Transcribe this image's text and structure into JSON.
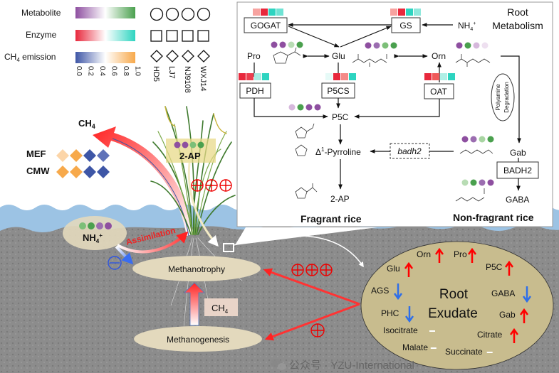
{
  "legend": {
    "metabolite": "Metabolite",
    "enzyme": "Enzyme",
    "ch4_emission": "CH",
    "ch4_emission_sub": "4",
    "ch4_emission_rest": " emission",
    "ticks": [
      "0.0",
      "0.2",
      "0.4",
      "0.6",
      "0.8",
      "1.0"
    ],
    "varieties": [
      "HD5",
      "LJ7",
      "NJ9108",
      "WXJ14"
    ],
    "gradients": {
      "metabolite": [
        "#8e4fa0",
        "#ffffff",
        "#4aa04e"
      ],
      "enzyme": [
        "#e8283c",
        "#ffffff",
        "#2dd4c0"
      ],
      "ch4": [
        "#3e56a6",
        "#ffffff",
        "#f7a94b"
      ]
    }
  },
  "metabolism": {
    "title_line1": "Root",
    "title_line2": "Metabolism",
    "enzymes": {
      "gogat": "GOGAT",
      "gs": "GS",
      "pdh": "PDH",
      "p5cs": "P5CS",
      "oat": "OAT",
      "badh2": "BADH2",
      "badh2_gene": "badh2"
    },
    "metabolites": {
      "nh4": "NH",
      "nh4_sub": "4",
      "nh4_sup": "+",
      "pro": "Pro",
      "glu": "Glu",
      "orn": "Orn",
      "p5c": "P5C",
      "pyrroline_delta": "Δ",
      "pyrroline_sup": "1",
      "pyrroline": "-Pyrroline",
      "gab": "Gab",
      "gaba": "GABA",
      "ap2": "2-AP"
    },
    "polyamine_1": "Polyamine",
    "polyamine_2": "Degradation",
    "fragrant": "Fragrant rice",
    "non_fragrant": "Non-fragrant rice",
    "squares": {
      "gogat": [
        "#f7a3a0",
        "#e8283c",
        "#2dd4c0",
        "#6fe3d4"
      ],
      "gs": [
        "#f7a3a0",
        "#e8283c",
        "#2dd4c0",
        "#8fe8dc"
      ],
      "pdh": [
        "#e8283c",
        "#ec3e4e",
        "#a8ece2",
        "#2dd4c0"
      ],
      "p5cs": [
        "#e6faf7",
        "#e8283c",
        "#f58a88",
        "#2dd4c0"
      ],
      "oat": [
        "#e8283c",
        "#ef5a5a",
        "#b0efe6",
        "#2dd4c0"
      ]
    },
    "dots": {
      "pro": [
        "#8e4fa0",
        "#8e4fa0",
        "#b8dcb4",
        "#4aa04e"
      ],
      "glu": [
        "#8e4fa0",
        "#9b6db0",
        "#7cbf78",
        "#4aa04e"
      ],
      "orn": [
        "#8e4fa0",
        "#4aa04e",
        "#d6b8dc",
        "#eee0f0"
      ],
      "p5c": [
        "#d6b8dc",
        "#4aa04e",
        "#8e4fa0",
        "#8e4fa0"
      ],
      "gab": [
        "#8e4fa0",
        "#9b6db0",
        "#a8d5a2",
        "#4aa04e"
      ],
      "gaba": [
        "#b8dcb4",
        "#4aa04e",
        "#9b6db0",
        "#8e4fa0"
      ]
    }
  },
  "field": {
    "ch4_top": "CH",
    "ch4_sub": "4",
    "mef": "MEF",
    "cmw": "CMW",
    "mef_diamonds": [
      "#fcd5a8",
      "#f7a94b",
      "#3e56a6",
      "#5f72b8"
    ],
    "cmw_diamonds": [
      "#f7a94b",
      "#f7a94b",
      "#3e56a6",
      "#3e56a6"
    ],
    "plant_2ap": "2-AP",
    "plant_dots": [
      "#8e4fa0",
      "#8e4fa0",
      "#7cbf78",
      "#4aa04e"
    ],
    "nh4": "NH",
    "nh4_sub": "4",
    "nh4_sup": "+",
    "nh4_dots": [
      "#7cbf78",
      "#4aa04e",
      "#9b6db0",
      "#8e4fa0"
    ],
    "assimilation": "Assimilation",
    "methanotrophy": "Methanotrophy",
    "methanogenesis": "Methanogenesis",
    "ch4_box": "CH",
    "ch4_box_sub": "4"
  },
  "exudate": {
    "title_1": "Root",
    "title_2": "Exudate",
    "items": [
      {
        "name": "Orn",
        "trend": "up"
      },
      {
        "name": "Pro",
        "trend": "up"
      },
      {
        "name": "Glu",
        "trend": "up"
      },
      {
        "name": "P5C",
        "trend": "up"
      },
      {
        "name": "AGS",
        "trend": "down"
      },
      {
        "name": "GABA",
        "trend": "down"
      },
      {
        "name": "PHC",
        "trend": "down"
      },
      {
        "name": "Gab",
        "trend": "up"
      },
      {
        "name": "Isocitrate",
        "trend": "none"
      },
      {
        "name": "Citrate",
        "trend": "up"
      },
      {
        "name": "Malate",
        "trend": "none"
      },
      {
        "name": "Succinate",
        "trend": "none"
      }
    ]
  },
  "watermark": "公众号 · YZU-International",
  "colors": {
    "up": "#ff0000",
    "down": "#2f6fe8",
    "soil": "#8a8a8a",
    "water": "#9cc3e4",
    "ellipse": "#e3d9bd",
    "exudate": "#c8bc8e"
  }
}
